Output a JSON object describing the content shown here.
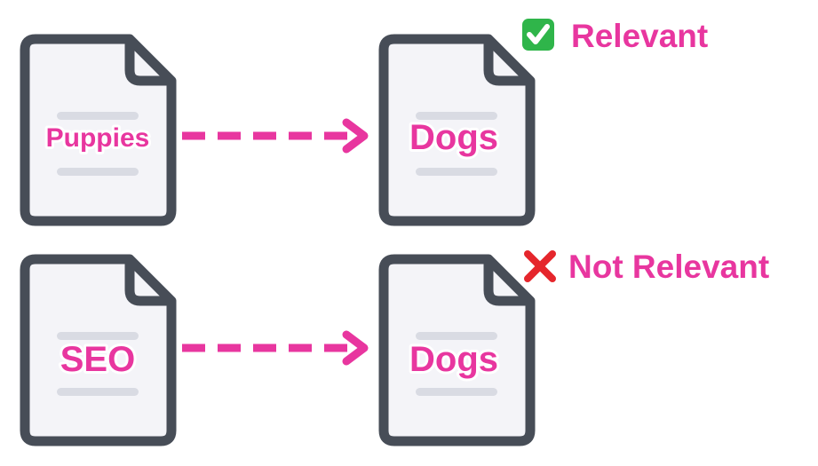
{
  "colors": {
    "accent": "#e8369f",
    "document_outline": "#474d57",
    "document_fill": "#f4f4f8",
    "text_line": "#d9dbe3",
    "check_green": "#2fb54a",
    "cross_red": "#e5262c"
  },
  "rows": [
    {
      "source_label": "Puppies",
      "target_label": "Dogs",
      "status_label": "Relevant",
      "status_icon": "check-mark-icon"
    },
    {
      "source_label": "SEO",
      "target_label": "Dogs",
      "status_label": "Not Relevant",
      "status_icon": "cross-mark-icon"
    }
  ]
}
